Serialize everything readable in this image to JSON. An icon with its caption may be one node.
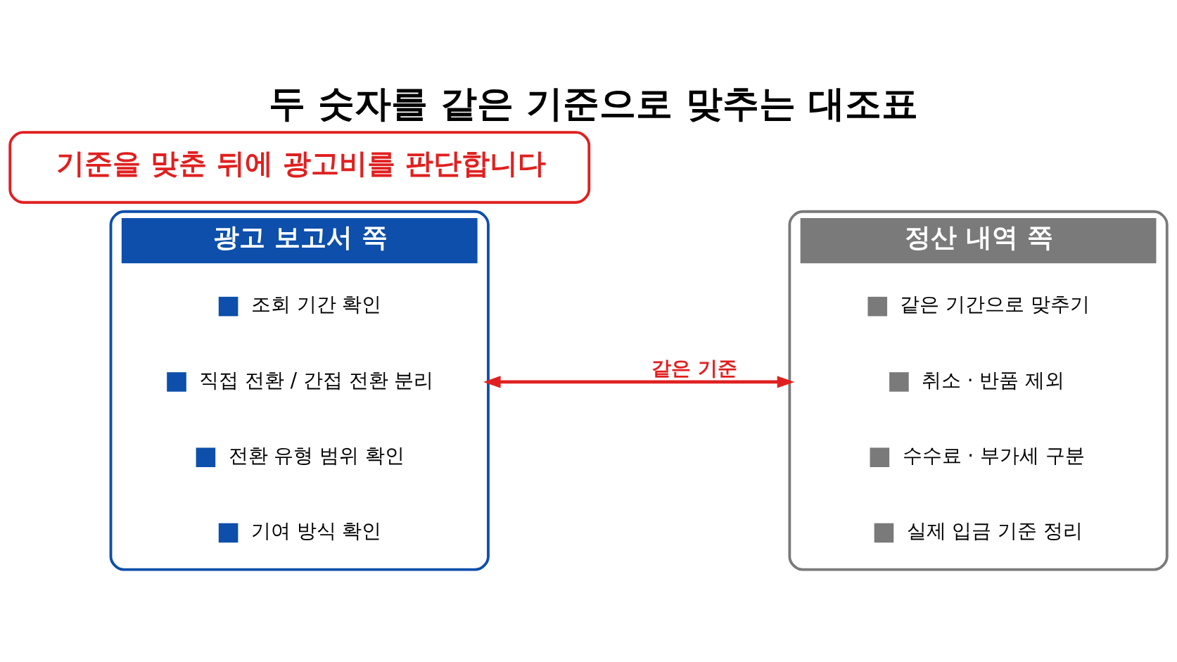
{
  "diagram": {
    "title": "두 숫자를 같은 기준으로 맞추는 대조표",
    "nodes": [
      {
        "text": [
          "광고 보고서 쪽"
        ]
      },
      {
        "text": [
          "조회 기간 확인"
        ],
        "in": 0
      },
      {
        "text": [
          "직접 전환 / 간접 전환 분리"
        ],
        "in": 0
      },
      {
        "text": [
          "전환 유형 범위 확인"
        ],
        "in": 0
      },
      {
        "text": [
          "기여 방식 확인"
        ],
        "in": 0
      },
      {
        "text": [
          "정산 내역 쪽"
        ]
      },
      {
        "text": [
          "같은 기간으로 맞추기"
        ],
        "in": 5
      },
      {
        "text": [
          "취소 · 반품 제외"
        ],
        "in": 5
      },
      {
        "text": [
          "수수료 · 부가세 구분"
        ],
        "in": 5
      },
      {
        "text": [
          "실제 입금 기준 정리"
        ],
        "in": 5
      },
      {
        "text": [
          "기준을 맞춘 뒤에 광고비를 판단합니다"
        ]
      }
    ],
    "edges": [
      {
        "from": 0,
        "to": 5,
        "arrow": "both",
        "label": "같은 기준",
        "color": "#e02020"
      }
    ]
  }
}
